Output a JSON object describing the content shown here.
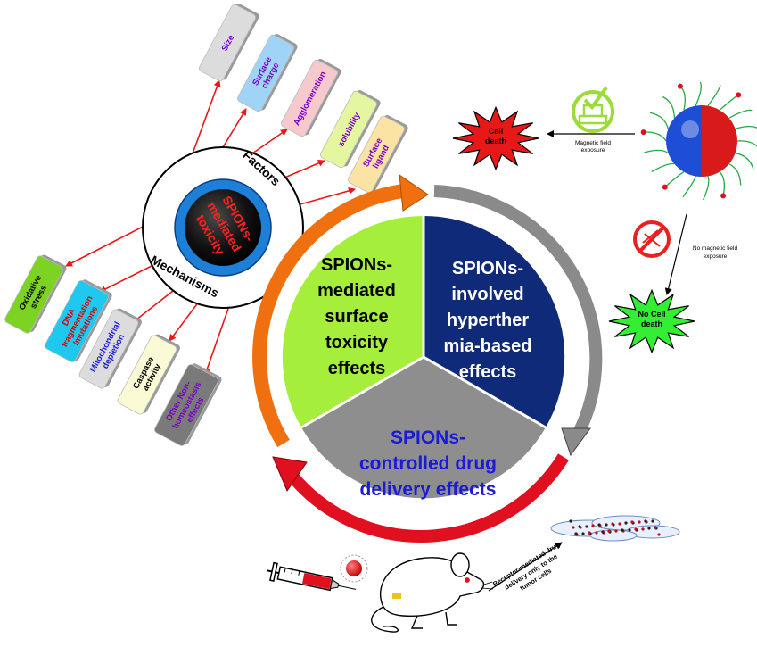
{
  "center_node": {
    "lines": [
      "SPIONs-",
      "mediated",
      "toxicity"
    ],
    "color": "#ff2020"
  },
  "ring_labels": {
    "factors": "Factors",
    "mechanisms": "Mechanisms"
  },
  "factors": [
    {
      "lines": [
        "Size"
      ],
      "fill": "#dcdcdc",
      "text_color": "#7a00c8"
    },
    {
      "lines": [
        "Surface",
        "charge"
      ],
      "fill": "#9fd4f7",
      "text_color": "#7a00c8"
    },
    {
      "lines": [
        "Agglomeration"
      ],
      "fill": "#f6c9cd",
      "text_color": "#7a00c8"
    },
    {
      "lines": [
        "solubility"
      ],
      "fill": "#e4f7a0",
      "text_color": "#7a00c8"
    },
    {
      "lines": [
        "Surface",
        "ligand"
      ],
      "fill": "#fbe3a4",
      "text_color": "#7a00c8"
    }
  ],
  "mechanisms": [
    {
      "lines": [
        "Oxidative",
        "stress"
      ],
      "fill": "#7dd321",
      "text_color": "#000000"
    },
    {
      "lines": [
        "DNA",
        "fragmentation",
        "/mutations"
      ],
      "fill": "#1ec8ee",
      "text_color": "#e00000"
    },
    {
      "lines": [
        "Mitochondrial",
        "depletion"
      ],
      "fill": "#dcdcdc",
      "text_color": "#1a1ad8"
    },
    {
      "lines": [
        "Caspase",
        "activity"
      ],
      "fill": "#fafad4",
      "text_color": "#000000"
    },
    {
      "lines": [
        "Other Non-",
        "homeostasis",
        "effects"
      ],
      "fill": "#7a7a7a",
      "text_color": "#7a00c8"
    }
  ],
  "sectors": {
    "left": {
      "lines": [
        "SPIONs-",
        "mediated",
        "surface",
        "toxicity",
        "effects"
      ],
      "fill": "#a6ee3c",
      "text_color": "#000000"
    },
    "right": {
      "lines": [
        "SPIONs-",
        "involved",
        "hyperther",
        "mia-based",
        "effects"
      ],
      "fill": "#0f2a78",
      "text_color": "#ffffff"
    },
    "bottom": {
      "lines": [
        "SPIONs-",
        "controlled drug",
        "delivery effects"
      ],
      "fill": "#8e8e8e",
      "text_color": "#1a1ad8"
    }
  },
  "hyperthermia": {
    "cell_death": [
      "Cell",
      "death"
    ],
    "magnetic_field": [
      "Magnetic field",
      "exposure"
    ],
    "no_magnetic_field": [
      "No magnetic field",
      "exposure"
    ],
    "no_cell_death": [
      "No Cell",
      "death"
    ]
  },
  "drug_delivery": {
    "receptor_label": [
      "Receptor-mediated drug",
      "delivery only to the",
      "tumor cells"
    ]
  },
  "colors": {
    "arrow_red": "#e81818",
    "ring_blue": "#1e7fd8",
    "arc_orange": "#f07010",
    "arc_gray": "#8a8a8a",
    "arc_red": "#e01020",
    "burst_red": "#e81818",
    "burst_green": "#33ee33"
  }
}
